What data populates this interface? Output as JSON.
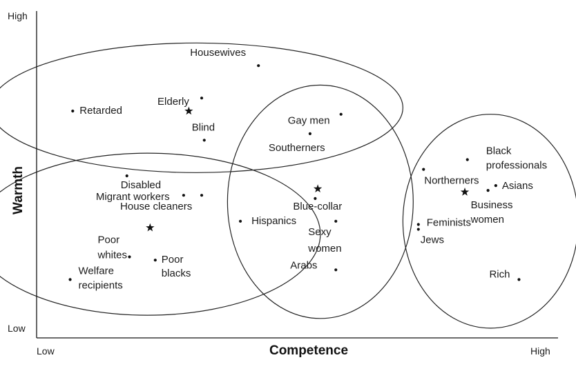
{
  "chart_data": {
    "type": "scatter",
    "xlabel": "Competence",
    "ylabel": "Warmth",
    "x_ticks": [
      "Low",
      "High"
    ],
    "y_ticks": [
      "Low",
      "High"
    ],
    "xlim": [
      0,
      100
    ],
    "ylim": [
      0,
      100
    ],
    "grid": false,
    "points": [
      {
        "label": "Housewives",
        "x": 43,
        "y": 84
      },
      {
        "label": "Elderly",
        "x": 32,
        "y": 74
      },
      {
        "label": "Retarded",
        "x": 7,
        "y": 70
      },
      {
        "label": "Blind",
        "x": 32.5,
        "y": 61
      },
      {
        "label": "Disabled",
        "x": 17.5,
        "y": 50
      },
      {
        "label": "Migrant workers",
        "x": 28.5,
        "y": 44
      },
      {
        "label": "House cleaners",
        "x": 32,
        "y": 44
      },
      {
        "label": "Poor whites",
        "x": 18,
        "y": 25
      },
      {
        "label": "Poor blacks",
        "x": 23,
        "y": 24
      },
      {
        "label": "Welfare recipients",
        "x": 6.5,
        "y": 18
      },
      {
        "label": "Gay men",
        "x": 59,
        "y": 69
      },
      {
        "label": "Southerners",
        "x": 53,
        "y": 63
      },
      {
        "label": "Blue-collar",
        "x": 54,
        "y": 43
      },
      {
        "label": "Hispanics",
        "x": 39.5,
        "y": 36
      },
      {
        "label": "Sexy women",
        "x": 58,
        "y": 36
      },
      {
        "label": "Arabs",
        "x": 58,
        "y": 21
      },
      {
        "label": "Northerners",
        "x": 75,
        "y": 52
      },
      {
        "label": "Black professionals",
        "x": 83.5,
        "y": 55
      },
      {
        "label": "Asians",
        "x": 89,
        "y": 47
      },
      {
        "label": "Business women",
        "x": 87.5,
        "y": 45.5
      },
      {
        "label": "Feminists",
        "x": 74,
        "y": 35
      },
      {
        "label": "Jews",
        "x": 74,
        "y": 33.5
      },
      {
        "label": "Rich",
        "x": 93.5,
        "y": 18
      }
    ],
    "centroids": [
      {
        "x": 29.5,
        "y": 70
      },
      {
        "x": 22,
        "y": 34
      },
      {
        "x": 54.5,
        "y": 46
      },
      {
        "x": 83,
        "y": 45
      }
    ],
    "clusters": [
      {
        "cx": 31,
        "cy": 71,
        "rx": 40,
        "ry": 20
      },
      {
        "cx": 21.5,
        "cy": 32,
        "rx": 33.5,
        "ry": 25
      },
      {
        "cx": 55,
        "cy": 42,
        "rx": 18,
        "ry": 36
      },
      {
        "cx": 88,
        "cy": 36,
        "rx": 17,
        "ry": 33
      }
    ]
  }
}
